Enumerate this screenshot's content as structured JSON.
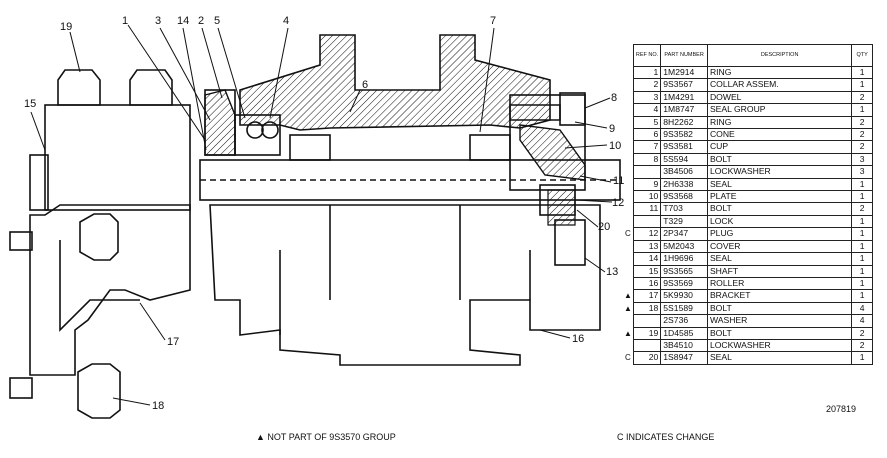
{
  "table": {
    "headers": {
      "ref": "REF NO.",
      "part": "PART NUMBER",
      "desc": "DESCRIPTION",
      "qty": "QTY"
    },
    "rows": [
      {
        "mark": "",
        "ref": "1",
        "part": "1M2914",
        "desc": "RING",
        "qty": "1"
      },
      {
        "mark": "",
        "ref": "2",
        "part": "9S3567",
        "desc": "COLLAR ASSEM.",
        "qty": "1"
      },
      {
        "mark": "",
        "ref": "3",
        "part": "1M4291",
        "desc": "DOWEL",
        "qty": "2"
      },
      {
        "mark": "",
        "ref": "4",
        "part": "1M8747",
        "desc": "SEAL GROUP",
        "qty": "1"
      },
      {
        "mark": "",
        "ref": "5",
        "part": "8H2262",
        "desc": "RING",
        "qty": "2"
      },
      {
        "mark": "",
        "ref": "6",
        "part": "9S3582",
        "desc": "CONE",
        "qty": "2"
      },
      {
        "mark": "",
        "ref": "7",
        "part": "9S3581",
        "desc": "CUP",
        "qty": "2"
      },
      {
        "mark": "",
        "ref": "8",
        "part": "5S594",
        "desc": "BOLT",
        "qty": "3"
      },
      {
        "mark": "",
        "ref": "",
        "part": "3B4506",
        "desc": "LOCKWASHER",
        "qty": "3"
      },
      {
        "mark": "",
        "ref": "9",
        "part": "2H6338",
        "desc": "SEAL",
        "qty": "1"
      },
      {
        "mark": "",
        "ref": "10",
        "part": "9S3568",
        "desc": "PLATE",
        "qty": "1"
      },
      {
        "mark": "",
        "ref": "11",
        "part": "T703",
        "desc": "BOLT",
        "qty": "2"
      },
      {
        "mark": "",
        "ref": "",
        "part": "T329",
        "desc": "LOCK",
        "qty": "1"
      },
      {
        "mark": "C",
        "ref": "12",
        "part": "2P347",
        "desc": "PLUG",
        "qty": "1"
      },
      {
        "mark": "",
        "ref": "13",
        "part": "5M2043",
        "desc": "COVER",
        "qty": "1"
      },
      {
        "mark": "",
        "ref": "14",
        "part": "1H9696",
        "desc": "SEAL",
        "qty": "1"
      },
      {
        "mark": "",
        "ref": "15",
        "part": "9S3565",
        "desc": "SHAFT",
        "qty": "1"
      },
      {
        "mark": "",
        "ref": "16",
        "part": "9S3569",
        "desc": "ROLLER",
        "qty": "1"
      },
      {
        "mark": "▲",
        "ref": "17",
        "part": "5K9930",
        "desc": "BRACKET",
        "qty": "1"
      },
      {
        "mark": "▲",
        "ref": "18",
        "part": "5S1589",
        "desc": "BOLT",
        "qty": "4"
      },
      {
        "mark": "",
        "ref": "",
        "part": "2S736",
        "desc": "WASHER",
        "qty": "4"
      },
      {
        "mark": "▲",
        "ref": "19",
        "part": "1D4585",
        "desc": "BOLT",
        "qty": "2"
      },
      {
        "mark": "",
        "ref": "",
        "part": "3B4510",
        "desc": "LOCKWASHER",
        "qty": "2"
      },
      {
        "mark": "C",
        "ref": "20",
        "part": "1S8947",
        "desc": "SEAL",
        "qty": "1"
      }
    ]
  },
  "callouts": [
    "1",
    "2",
    "3",
    "4",
    "5",
    "6",
    "7",
    "8",
    "9",
    "10",
    "11",
    "12",
    "13",
    "14",
    "15",
    "16",
    "17",
    "18",
    "19",
    "20"
  ],
  "notes": {
    "not_part": "▲ NOT PART OF 9S3570 GROUP",
    "change": "C  INDICATES CHANGE"
  },
  "drawing_number": "207819"
}
